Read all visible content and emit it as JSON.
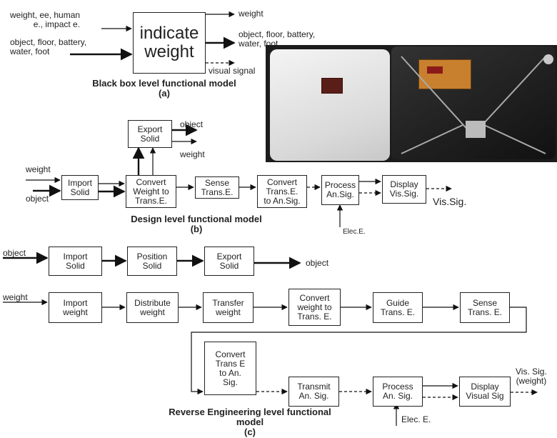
{
  "black_box": {
    "process": "indicate\nweight",
    "inputs": {
      "energy": "weight, ee, human\ne., impact e.",
      "material": "object, floor, battery,\nwater, foot"
    },
    "outputs": {
      "weight": "weight",
      "material": "object, floor, battery,\nwater, foot",
      "signal": "visual signal"
    },
    "caption": "Black box level functional model\n(a)"
  },
  "design": {
    "inputs": {
      "weight": "weight",
      "object": "object"
    },
    "boxes": {
      "import_solid": "Import\nSolid",
      "convert_weight": "Convert\nWeight to\nTrans.E.",
      "export_solid": "Export\nSolid",
      "sense": "Sense\nTrans.E.",
      "convert_trans": "Convert\nTrans.E.\nto An.Sig.",
      "process": "Process\nAn.Sig.",
      "display": "Display\nVis.Sig."
    },
    "outputs": {
      "object": "object",
      "weight": "weight",
      "vis_sig": "Vis.Sig.",
      "elec": "Elec.E."
    },
    "caption": "Design level functional model\n(b)"
  },
  "reverse": {
    "row1": {
      "input": "object",
      "boxes": [
        "Import\nSolid",
        "Position\nSolid",
        "Export\nSolid"
      ],
      "output": "object"
    },
    "row2": {
      "input": "weight",
      "boxes": [
        "Import\nweight",
        "Distribute\nweight",
        "Transfer\nweight",
        "Convert\nweight to\nTrans. E.",
        "Guide\nTrans. E.",
        "Sense\nTrans. E."
      ]
    },
    "row3": {
      "boxes": [
        "Convert\nTrans  E\nto An.\nSig.",
        "Transmit\nAn. Sig.",
        "Process\nAn. Sig.",
        "Display\nVisual Sig"
      ],
      "output": "Vis. Sig.\n(weight)",
      "elec": "Elec. E."
    },
    "caption": "Reverse Engineering level functional\nmodel\n(c)"
  },
  "photo_description": "bathroom scale disassembled"
}
